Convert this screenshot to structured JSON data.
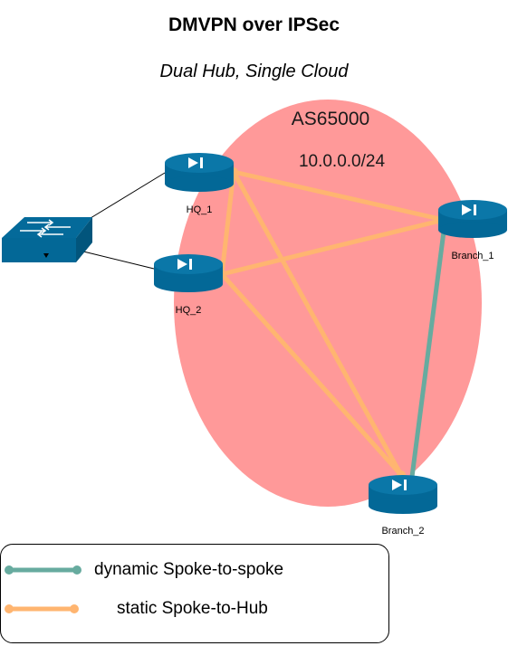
{
  "title": "DMVPN over IPSec",
  "subtitle": "Dual Hub, Single Cloud",
  "cloud": {
    "as_label": "AS65000",
    "subnet": "10.0.0.0/24",
    "color": "#ff9999"
  },
  "routers": {
    "hq1": "HQ_1",
    "hq2": "HQ_2",
    "branch1": "Branch_1",
    "branch2": "Branch_2"
  },
  "colors": {
    "router": "#036897",
    "dynamic": "#67ab9f",
    "static": "#ffb570"
  },
  "legend": {
    "dynamic_label": "dynamic Spoke-to-spoke",
    "static_label": "static Spoke-to-Hub"
  }
}
